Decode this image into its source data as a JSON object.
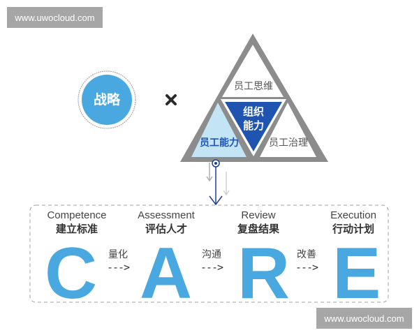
{
  "watermarks": {
    "top": "www.uwocloud.com",
    "bottom": "www.uwocloud.com"
  },
  "strategy": {
    "label": "战略",
    "color": "#4aa8e0"
  },
  "operator": {
    "symbol": "×"
  },
  "triangle": {
    "top": {
      "label": "员工思维",
      "fill": "#ffffff"
    },
    "center": {
      "label_line1": "组织",
      "label_line2": "能力",
      "fill": "#1f55b0"
    },
    "left": {
      "label": "员工能力",
      "fill": "#c3e4f5"
    },
    "right": {
      "label": "员工治理",
      "fill": "#ffffff"
    },
    "border_color": "#8c8c8c"
  },
  "care": {
    "stages": [
      {
        "en": "Competence",
        "cn": "建立标准",
        "letter": "C"
      },
      {
        "en": "Assessment",
        "cn": "评估人才",
        "letter": "A"
      },
      {
        "en": "Review",
        "cn": "复盘结果",
        "letter": "R"
      },
      {
        "en": "Execution",
        "cn": "行动计划",
        "letter": "E"
      }
    ],
    "connectors": [
      {
        "label": "量化",
        "arrow": "--->"
      },
      {
        "label": "沟通",
        "arrow": "--->"
      },
      {
        "label": "改善",
        "arrow": "--->"
      }
    ],
    "letter_color": "#4aa8e0"
  }
}
